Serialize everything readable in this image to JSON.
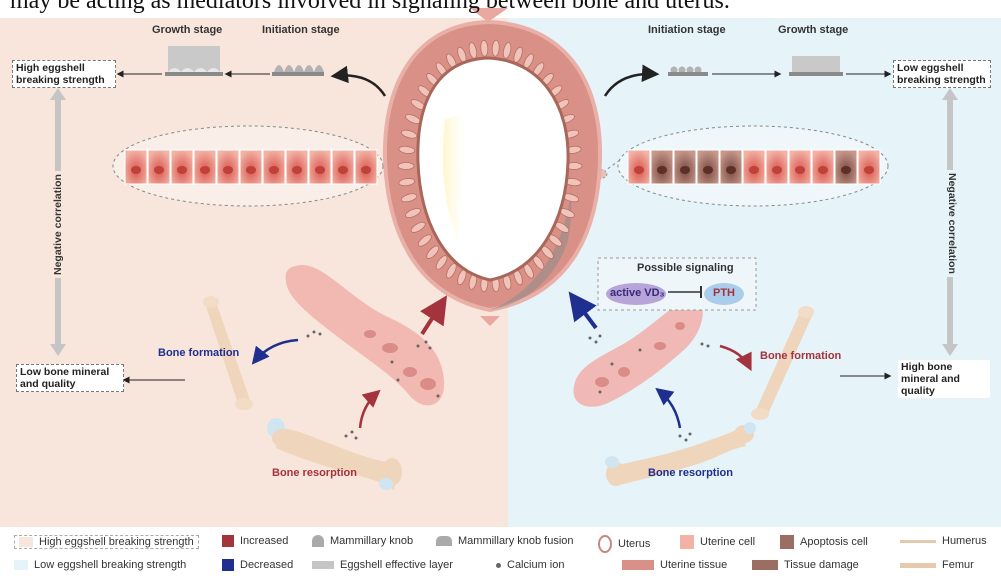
{
  "caption": "may be acting as mediators involved in signaling between bone and uterus.",
  "left": {
    "growth_stage": "Growth stage",
    "initiation_stage": "Initiation stage",
    "top_box": "High eggshell breaking strength",
    "bottom_box": "Low bone mineral and quality",
    "correlation": "Negative correlation",
    "bone_formation": "Bone formation",
    "bone_resorption": "Bone resorption"
  },
  "right": {
    "initiation_stage": "Initiation stage",
    "growth_stage": "Growth stage",
    "top_box": "Low eggshell breaking strength",
    "bottom_box": "High bone mineral and quality",
    "correlation": "Negative correlation",
    "bone_formation": "Bone formation",
    "bone_resorption": "Bone resorption",
    "signaling_title": "Possible signaling",
    "vd3": "active VD₃",
    "pth": "PTH"
  },
  "legend": {
    "high_strength": "High eggshell breaking strength",
    "low_strength": "Low eggshell breaking strength",
    "increased": "Increased",
    "decreased": "Decreased",
    "mammillary_knob": "Mammillary knob",
    "knob_fusion": "Mammillary knob fusion",
    "effective_layer": "Eggshell effective layer",
    "calcium_ion": "Calcium ion",
    "uterus": "Uterus",
    "uterine_tissue": "Uterine tissue",
    "uterine_cell": "Uterine cell",
    "tissue_damage": "Tissue damage",
    "apoptosis_cell": "Apoptosis cell",
    "humerus": "Humerus",
    "femur": "Femur"
  },
  "colors": {
    "left_bg": "#f8e6dc",
    "right_bg": "#e6f3f9",
    "increased": "#a3333d",
    "decreased": "#1f2f8f",
    "uterus": "#c9877c",
    "shell_grey": "#b4b4b4"
  }
}
